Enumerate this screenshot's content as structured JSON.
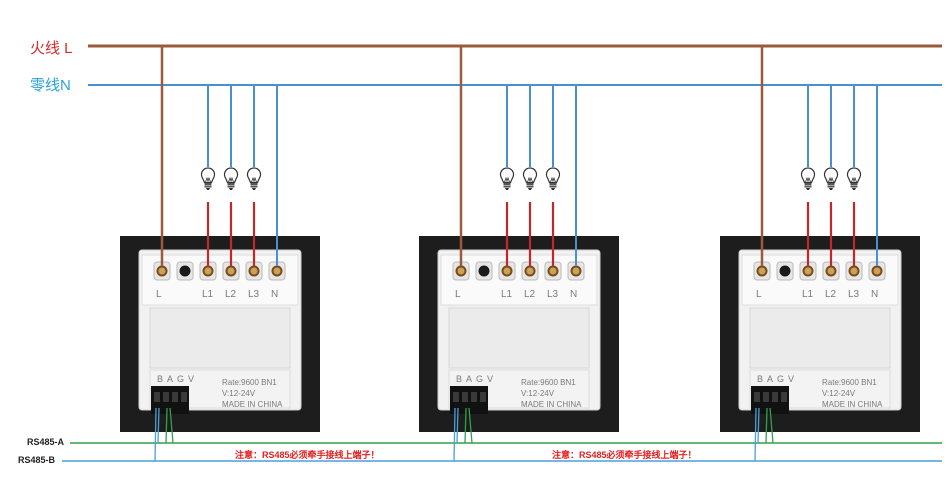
{
  "bus": {
    "live_label": "火线 L",
    "neutral_label": "零线N",
    "live_color": "#9b5a3c",
    "neutral_color": "#4a8fd0"
  },
  "rs485": {
    "a_label": "RS485-A",
    "b_label": "RS485-B",
    "a_color": "#2fa24a",
    "b_color": "#4a9fd8"
  },
  "notes": [
    "注意：RS485必须牵手接线上端子！",
    "注意：RS485必须牵手接线上端子！"
  ],
  "load_wire_color": "#c0282a",
  "icons": {
    "bulb": "light-bulb-icon"
  },
  "switch_template": {
    "terminals": [
      "L",
      "",
      "L1",
      "L2",
      "L3",
      "N"
    ],
    "brand": "BAGV",
    "rate": "Rate:9600 BN1",
    "voltage": "V:12-24V",
    "made_in": "MADE IN CHINA"
  },
  "switches": [
    {
      "id": "switch-1"
    },
    {
      "id": "switch-2"
    },
    {
      "id": "switch-3"
    }
  ]
}
